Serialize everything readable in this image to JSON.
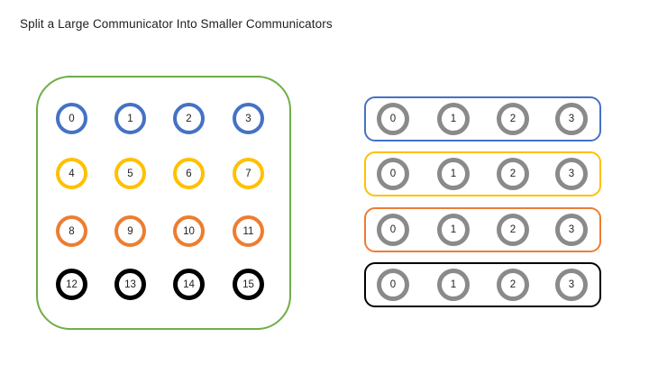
{
  "title": "Split a Large Communicator Into Smaller Communicators",
  "colors": {
    "green": "#70AD47",
    "blue": "#4472C4",
    "yellow": "#FFC000",
    "orange": "#ED7D31",
    "black": "#000000",
    "gray": "#8A8A8A"
  },
  "left_communicator": {
    "border_color": "#70AD47",
    "rows": [
      {
        "color": "#4472C4",
        "ranks": [
          "0",
          "1",
          "2",
          "3"
        ]
      },
      {
        "color": "#FFC000",
        "ranks": [
          "4",
          "5",
          "6",
          "7"
        ]
      },
      {
        "color": "#ED7D31",
        "ranks": [
          "8",
          "9",
          "10",
          "11"
        ]
      },
      {
        "color": "#000000",
        "ranks": [
          "12",
          "13",
          "14",
          "15"
        ]
      }
    ]
  },
  "sub_communicators": [
    {
      "border_color": "#4472C4",
      "circle_color": "#8A8A8A",
      "ranks": [
        "0",
        "1",
        "2",
        "3"
      ]
    },
    {
      "border_color": "#FFC000",
      "circle_color": "#8A8A8A",
      "ranks": [
        "0",
        "1",
        "2",
        "3"
      ]
    },
    {
      "border_color": "#ED7D31",
      "circle_color": "#8A8A8A",
      "ranks": [
        "0",
        "1",
        "2",
        "3"
      ]
    },
    {
      "border_color": "#000000",
      "circle_color": "#8A8A8A",
      "ranks": [
        "0",
        "1",
        "2",
        "3"
      ]
    }
  ]
}
